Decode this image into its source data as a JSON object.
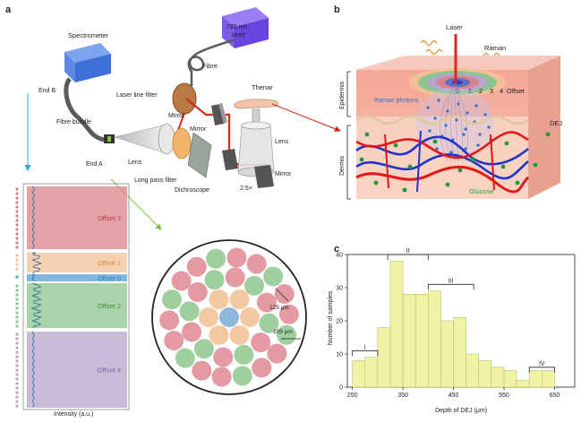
{
  "panels": {
    "a": "a",
    "b": "b",
    "c": "c"
  },
  "setup": {
    "spectrometer": "Spectrometer",
    "laser_line1": "785 nm",
    "laser_line2": "laser",
    "fibre": "Fibre",
    "laser_line_filter": "Laser line filter",
    "mirror": "Mirror",
    "thenar": "Thenar",
    "lens": "Lens",
    "end_b": "End B",
    "end_a": "End A",
    "fibre_bundle": "Fibre bundle",
    "long_pass_filter": "Long pass filter",
    "dichroscope": "Dichroscope",
    "magnification": "2.5×"
  },
  "spectrum": {
    "offsets": [
      {
        "label": "Offset 3",
        "color": "#d9828b"
      },
      {
        "label": "Offset 1",
        "color": "#f2c197"
      },
      {
        "label": "Offset 0",
        "color": "#5a9fd1"
      },
      {
        "label": "Offset 2",
        "color": "#8cc58d"
      },
      {
        "label": "Offset 4",
        "color": "#b8a5cc"
      }
    ],
    "xlabel": "Intensity (a.u.)"
  },
  "bundle": {
    "dim1": "125 μm",
    "dim2": "105 μm"
  },
  "skin": {
    "laser": "Laser",
    "raman": "Raman",
    "raman_photons": "Raman photons",
    "offset": "Offset",
    "offset_numbers": [
      "0",
      "1",
      "2",
      "3",
      "4"
    ],
    "epidermis": "Epidermis",
    "dermis": "Dermis",
    "dej": "DEJ",
    "glucose": "Glucose"
  },
  "colors": {
    "laser_red": "#d62a1e",
    "fibre_grey": "#5a5a5a",
    "arrow_blue": "#2aa3e0",
    "arrow_green": "#7dc242"
  },
  "chart_data": {
    "type": "bar",
    "xlabel": "Depth of DEJ (μm)",
    "ylabel": "Number of samples",
    "xlim": [
      240,
      690
    ],
    "ylim": [
      0,
      40
    ],
    "xticks": [
      250,
      350,
      450,
      550,
      650
    ],
    "yticks": [
      0,
      10,
      20,
      30,
      40
    ],
    "bin_width": 25,
    "bins": [
      {
        "x": 262.5,
        "y": 8
      },
      {
        "x": 287.5,
        "y": 9
      },
      {
        "x": 312.5,
        "y": 18
      },
      {
        "x": 337.5,
        "y": 38
      },
      {
        "x": 362.5,
        "y": 28
      },
      {
        "x": 387.5,
        "y": 28
      },
      {
        "x": 412.5,
        "y": 29
      },
      {
        "x": 437.5,
        "y": 20
      },
      {
        "x": 462.5,
        "y": 21
      },
      {
        "x": 487.5,
        "y": 10
      },
      {
        "x": 512.5,
        "y": 8
      },
      {
        "x": 537.5,
        "y": 6
      },
      {
        "x": 562.5,
        "y": 5
      },
      {
        "x": 587.5,
        "y": 2
      },
      {
        "x": 612.5,
        "y": 5
      },
      {
        "x": 637.5,
        "y": 5
      }
    ],
    "groups": [
      {
        "label": "I",
        "range": [
          250,
          300
        ],
        "y": 11
      },
      {
        "label": "II",
        "range": [
          320,
          400
        ],
        "y": 40
      },
      {
        "label": "III",
        "range": [
          400,
          490
        ],
        "y": 31
      },
      {
        "label": "IV",
        "range": [
          600,
          650
        ],
        "y": 6
      }
    ],
    "bar_color": "#f2f2a6"
  }
}
